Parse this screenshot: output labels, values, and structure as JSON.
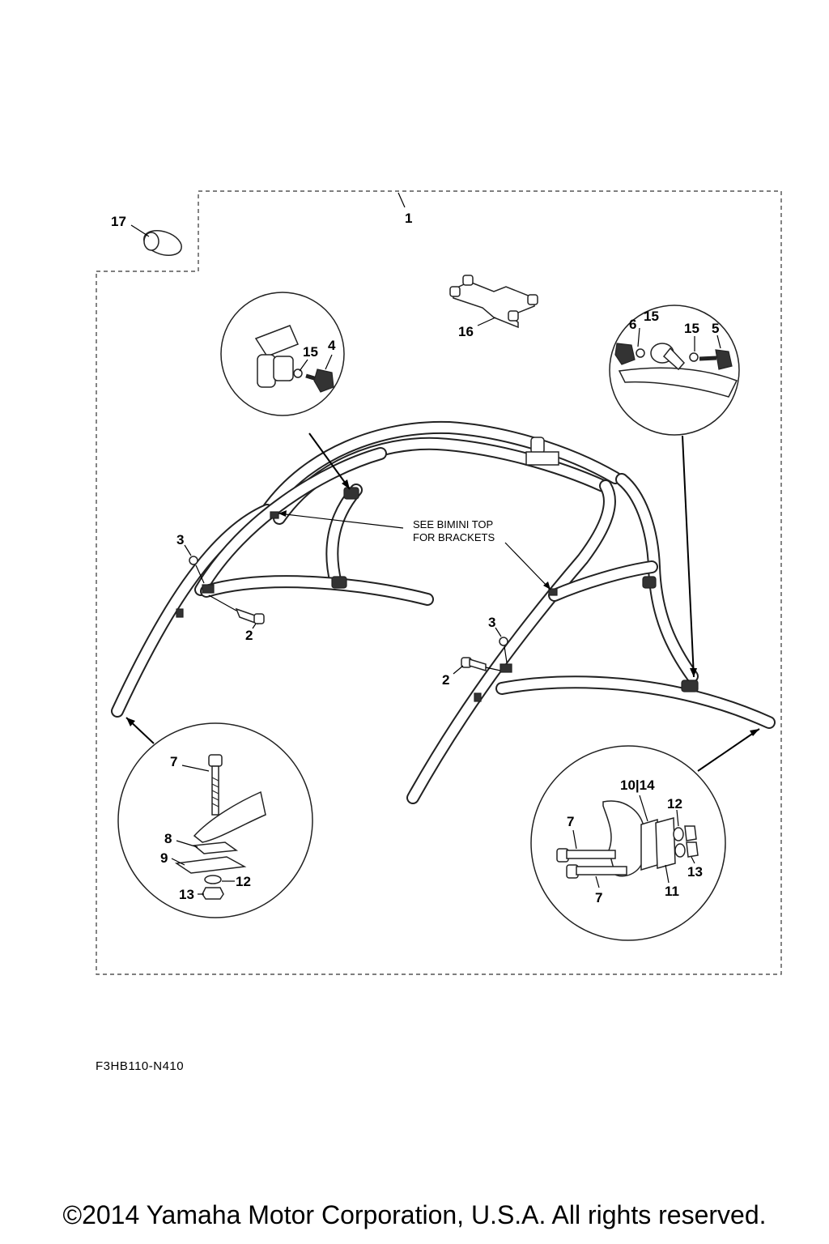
{
  "diagram": {
    "callouts": {
      "c1": "1",
      "c17": "17",
      "c16": "16",
      "c4": "4",
      "c15a": "15",
      "c6": "6",
      "c15b": "15",
      "c15c": "15",
      "c5": "5",
      "c3a": "3",
      "c2a": "2",
      "c3b": "3",
      "c2b": "2",
      "c7a": "7",
      "c8": "8",
      "c9": "9",
      "c12a": "12",
      "c13a": "13",
      "c10_14": "10|14",
      "c12b": "12",
      "c7b": "7",
      "c13b": "13",
      "c11": "11",
      "c7c": "7"
    },
    "note_line1": "SEE BIMINI TOP",
    "note_line2": "FOR BRACKETS"
  },
  "figure_code": "F3HB110-N410",
  "copyright": "©2014 Yamaha Motor Corporation, U.S.A. All rights reserved."
}
